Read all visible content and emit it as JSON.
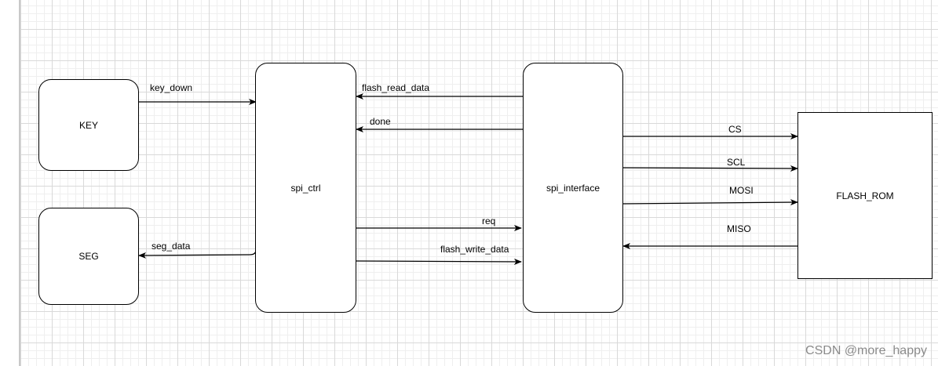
{
  "blocks": {
    "key": "KEY",
    "seg": "SEG",
    "spi_ctrl": "spi_ctrl",
    "spi_interface": "spi_interface",
    "flash_rom": "FLASH_ROM"
  },
  "signals": {
    "key_down": "key_down",
    "seg_data": "seg_data",
    "flash_read_data": "flash_read_data",
    "done": "done",
    "req": "req",
    "flash_write_data": "flash_write_data",
    "cs": "CS",
    "scl": "SCL",
    "mosi": "MOSI",
    "miso": "MISO"
  },
  "watermark": "CSDN @more_happy"
}
